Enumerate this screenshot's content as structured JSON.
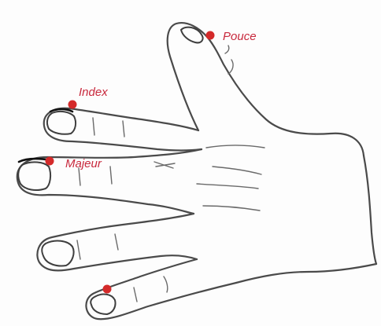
{
  "labels": {
    "thumb": "Pouce",
    "index": "Index",
    "middle": "Majeur"
  },
  "colors": {
    "marker": "#d42a2a",
    "label": "#c8283c",
    "stroke": "#4a4a4a"
  }
}
